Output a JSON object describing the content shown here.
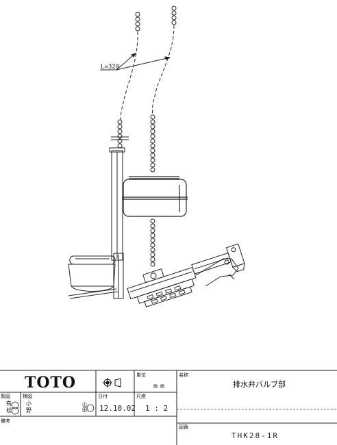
{
  "drawing": {
    "dimension_label": "L=320"
  },
  "title_block": {
    "logo": "TOTO",
    "unit_header": "単位",
    "unit_value": "mm",
    "name_header": "名称",
    "name_value": "排水弁バルブ部",
    "drawn_header": "製図",
    "drawn_by": [
      "有",
      "松"
    ],
    "checked_header": "検図",
    "checked_by": [
      "小",
      "野"
    ],
    "approver_seal": [
      "山",
      "田"
    ],
    "date_header": "日付",
    "date_value": "12.10.02",
    "scale_header": "尺度",
    "scale_value": "1 : 2",
    "notes_header": "備考",
    "drawing_no_header": "図番",
    "drawing_no_value": "THK28-1R",
    "projection_symbol": "third-angle-projection-icon"
  }
}
